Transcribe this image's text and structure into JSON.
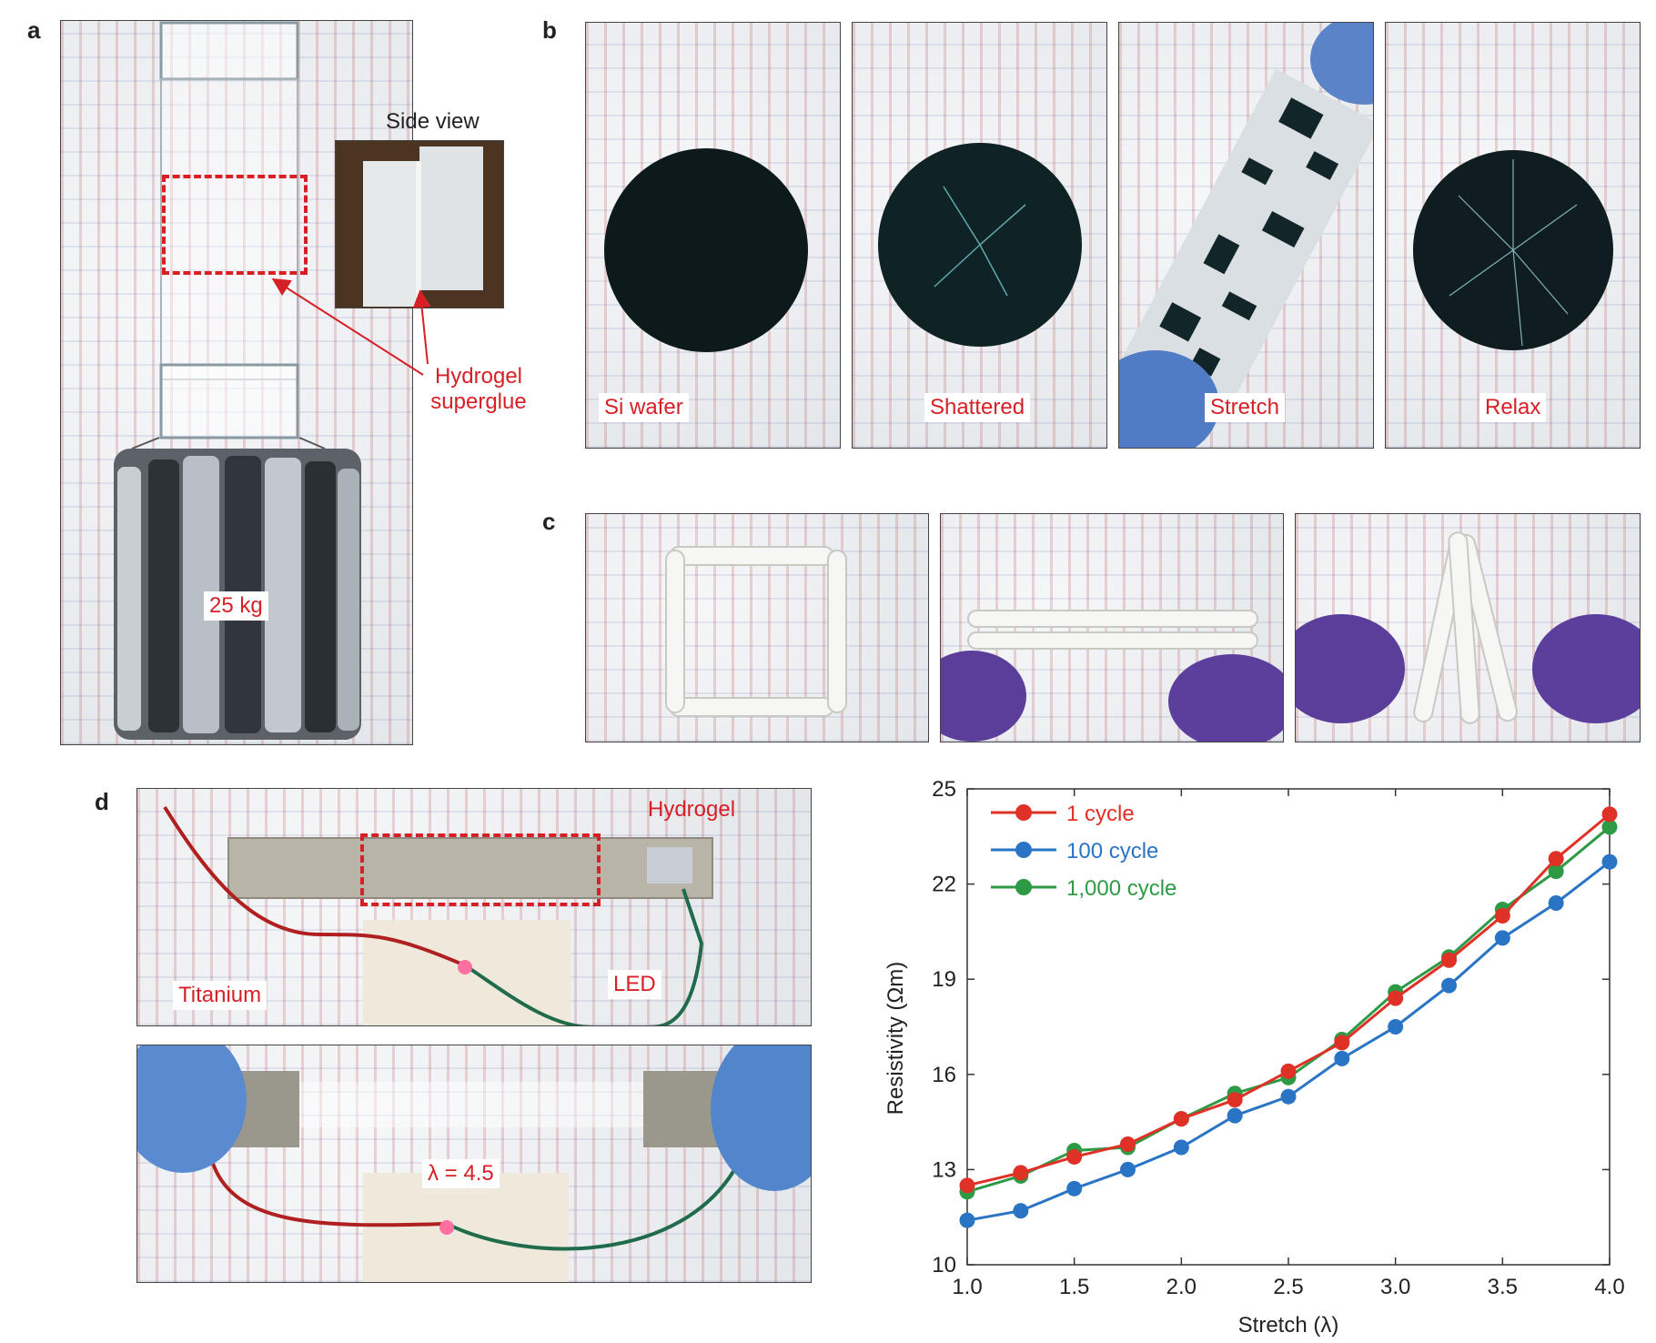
{
  "panels": {
    "a": {
      "letter": "a",
      "side_view": "Side view",
      "glue_label_line1": "Hydrogel",
      "glue_label_line2": "superglue",
      "weight_label": "25 kg"
    },
    "b": {
      "letter": "b",
      "photos": [
        {
          "label": "Si wafer"
        },
        {
          "label": "Shattered"
        },
        {
          "label": "Stretch"
        },
        {
          "label": "Relax"
        }
      ]
    },
    "c": {
      "letter": "c"
    },
    "d": {
      "letter": "d",
      "hydrogel_label": "Hydrogel",
      "titanium_label": "Titanium",
      "led_label": "LED",
      "stretch_label": "λ = 4.5"
    }
  },
  "colors": {
    "label_red": "#d71f26",
    "series_red": "#e03127",
    "series_blue": "#2a74c6",
    "series_green": "#2e9a46"
  },
  "chart_data": {
    "type": "line",
    "xlabel": "Stretch (λ)",
    "ylabel": "Resistivity (Ωm)",
    "xlim": [
      1.0,
      4.0
    ],
    "ylim": [
      10,
      25
    ],
    "xticks": [
      "1.0",
      "1.5",
      "2.0",
      "2.5",
      "3.0",
      "3.5",
      "4.0"
    ],
    "yticks": [
      "10",
      "13",
      "16",
      "19",
      "22",
      "25"
    ],
    "x": [
      1.0,
      1.25,
      1.5,
      1.75,
      2.0,
      2.25,
      2.5,
      2.75,
      3.0,
      3.25,
      3.5,
      3.75,
      4.0
    ],
    "legend_position": "top-left",
    "series": [
      {
        "name": "1 cycle",
        "color": "#e03127",
        "values": [
          12.5,
          12.9,
          13.4,
          13.8,
          14.6,
          15.2,
          16.1,
          17.0,
          18.4,
          19.6,
          21.0,
          22.8,
          24.2
        ]
      },
      {
        "name": "100 cycle",
        "color": "#2a74c6",
        "values": [
          11.4,
          11.7,
          12.4,
          13.0,
          13.7,
          14.7,
          15.3,
          16.5,
          17.5,
          18.8,
          20.3,
          21.4,
          22.7
        ]
      },
      {
        "name": "1,000 cycle",
        "color": "#2e9a46",
        "values": [
          12.3,
          12.8,
          13.6,
          13.7,
          14.6,
          15.4,
          15.9,
          17.1,
          18.6,
          19.7,
          21.2,
          22.4,
          23.8
        ]
      }
    ]
  }
}
